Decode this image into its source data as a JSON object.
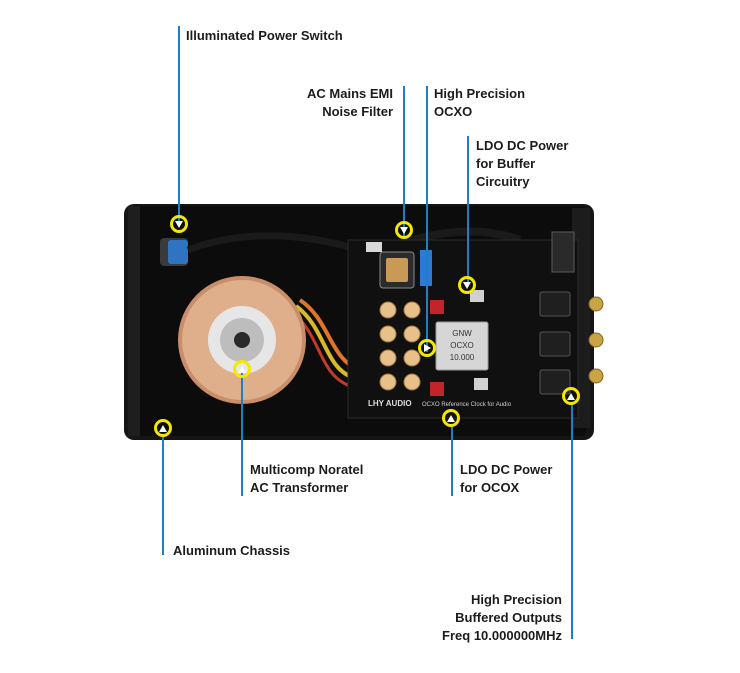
{
  "image": {
    "subject": "LHY AUDIO OCXO reference clock, top-down internal view with callouts",
    "colors": {
      "chassis": "#141414",
      "pcb": "#0d0d0d",
      "callout_line": "#1f7fc4",
      "marker": "#f4e800",
      "toroid": "#d9a07c"
    }
  },
  "board": {
    "brand": "LHY AUDIO",
    "silk": "OCXO Reference Clock for Audio",
    "ocxo_label": [
      "GNW",
      "OCXO",
      "10.000"
    ]
  },
  "callouts": [
    {
      "id": "power-switch",
      "text": "Illuminated Power Switch"
    },
    {
      "id": "emi-filter",
      "text": "AC Mains EMI\nNoise Filter"
    },
    {
      "id": "ocxo",
      "text": "High Precision\nOCXO"
    },
    {
      "id": "ldo-buffer",
      "text": "LDO DC Power\nfor Buffer\nCircuitry"
    },
    {
      "id": "transformer",
      "text": "Multicomp Noratel\nAC Transformer"
    },
    {
      "id": "ldo-ocxo",
      "text": "LDO DC Power\nfor OCOX"
    },
    {
      "id": "chassis",
      "text": "Aluminum Chassis"
    },
    {
      "id": "outputs",
      "text": "High Precision\nBuffered Outputs\nFreq 10.000000MHz"
    }
  ]
}
